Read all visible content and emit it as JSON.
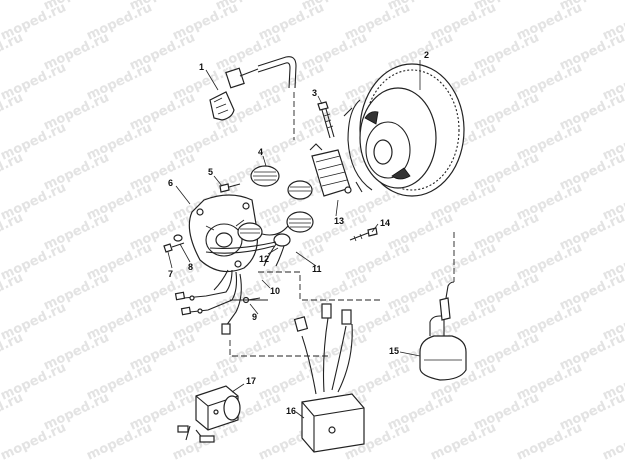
{
  "watermark": {
    "text": "moped.ru",
    "color": "#e3e3e3"
  },
  "callouts": [
    {
      "id": "1",
      "label": "1"
    },
    {
      "id": "2",
      "label": "2"
    },
    {
      "id": "3",
      "label": "3"
    },
    {
      "id": "4",
      "label": "4"
    },
    {
      "id": "5",
      "label": "5"
    },
    {
      "id": "6",
      "label": "6"
    },
    {
      "id": "7",
      "label": "7"
    },
    {
      "id": "8",
      "label": "8"
    },
    {
      "id": "9",
      "label": "9"
    },
    {
      "id": "10",
      "label": "10"
    },
    {
      "id": "11",
      "label": "11"
    },
    {
      "id": "12",
      "label": "12"
    },
    {
      "id": "13",
      "label": "13"
    },
    {
      "id": "14",
      "label": "14"
    },
    {
      "id": "15",
      "label": "15"
    },
    {
      "id": "16",
      "label": "16"
    },
    {
      "id": "17",
      "label": "17"
    }
  ]
}
